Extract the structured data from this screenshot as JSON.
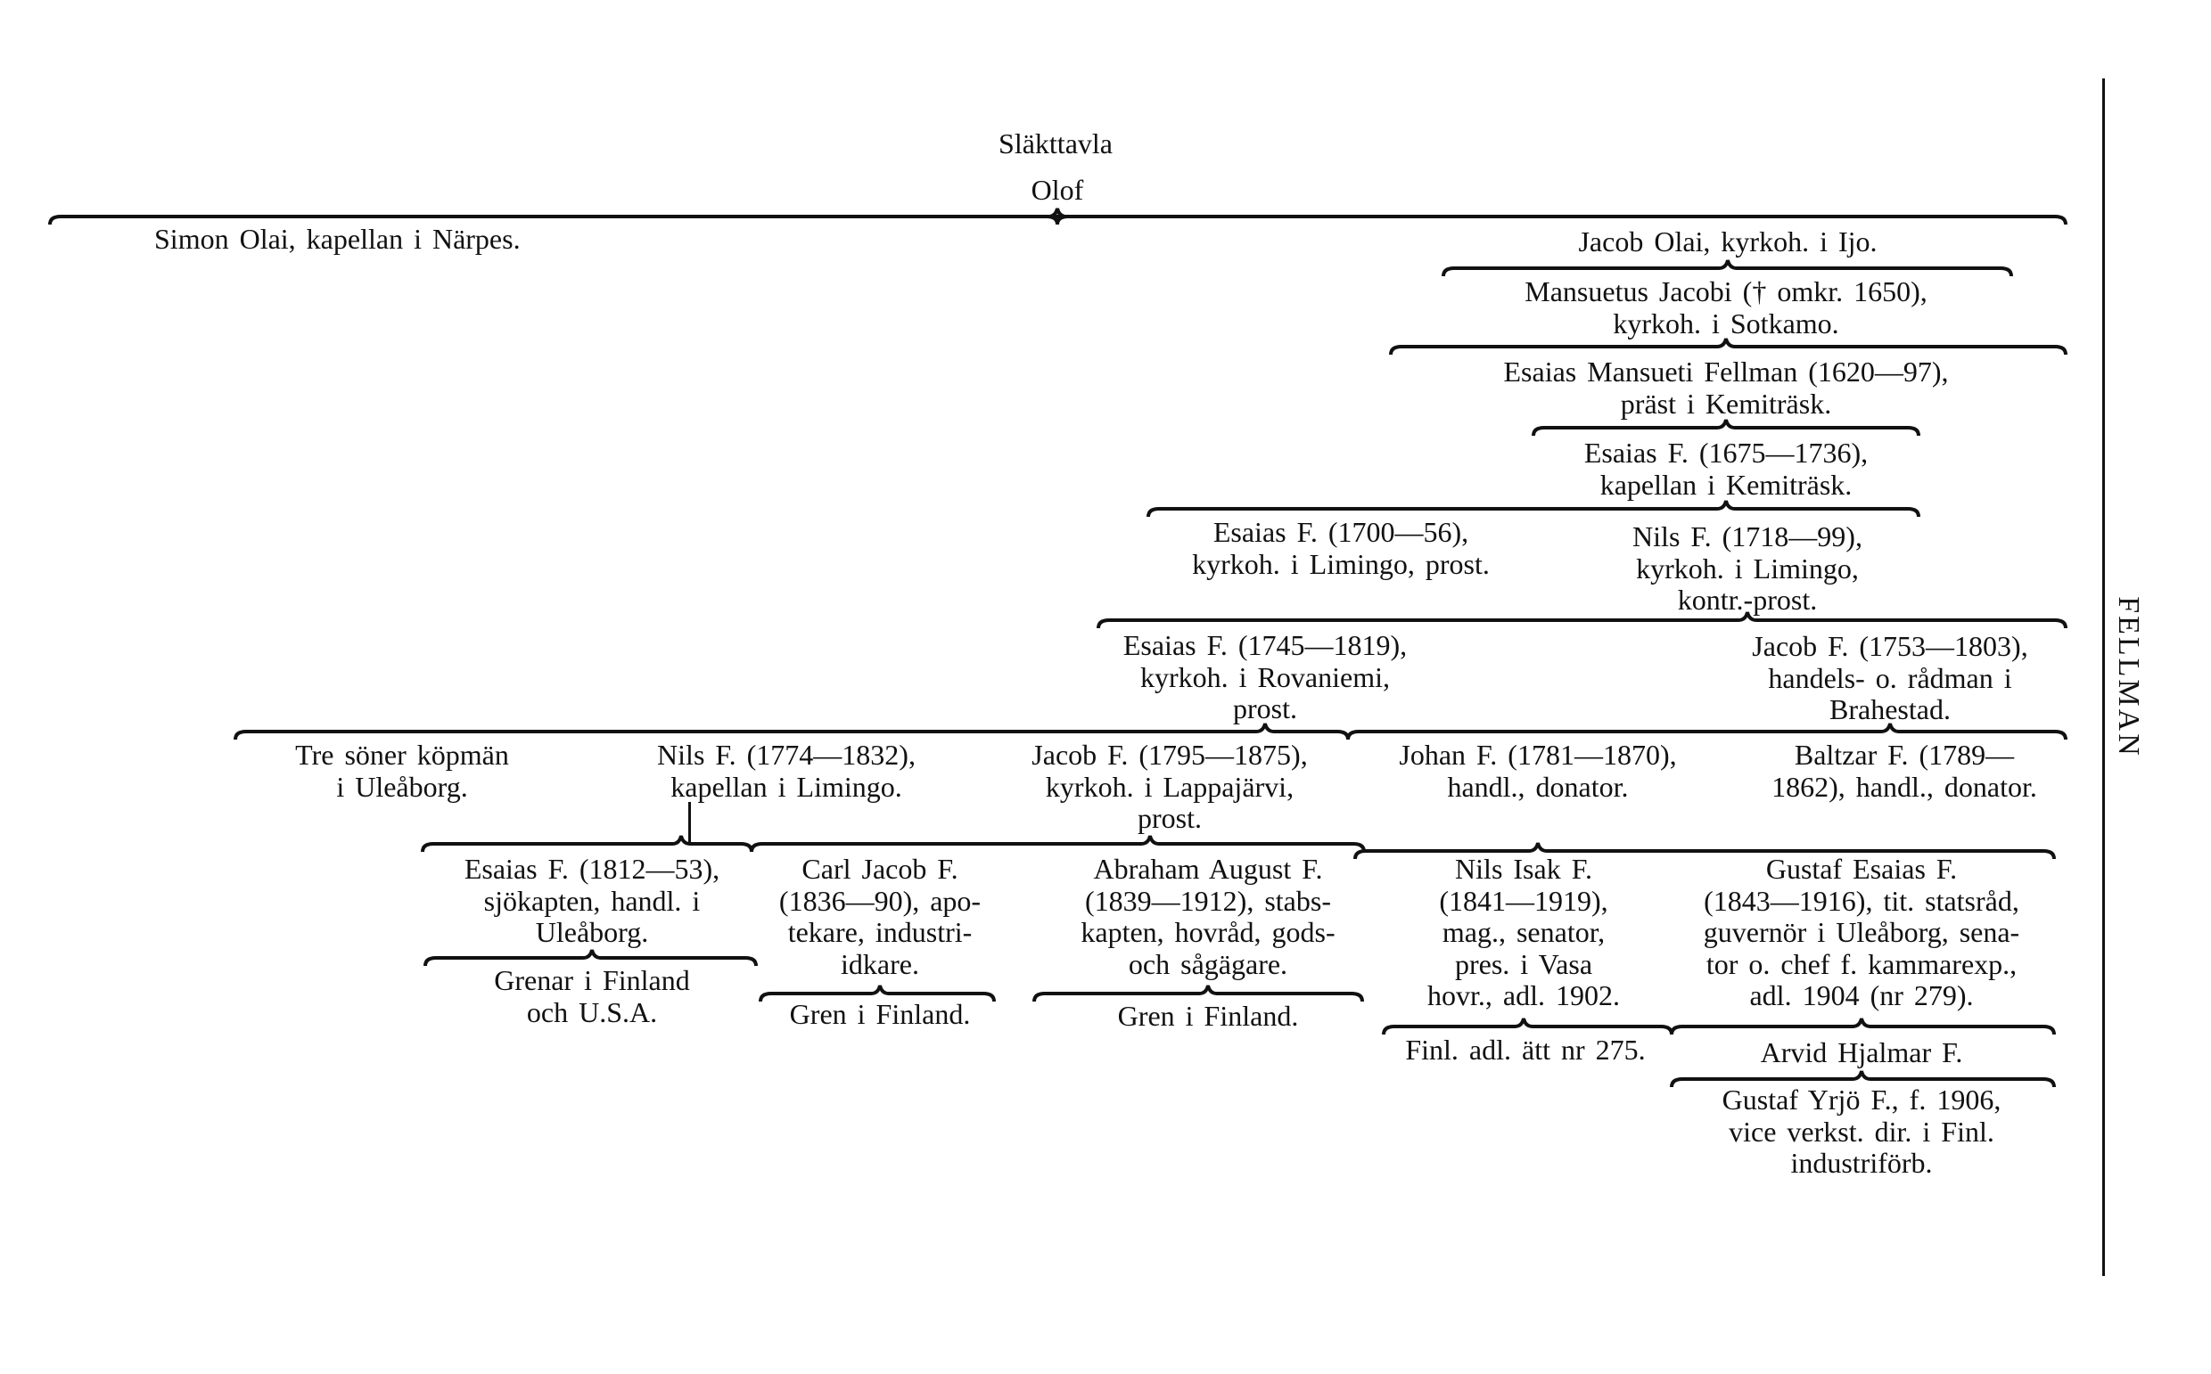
{
  "header": {
    "title": "Släkttavla",
    "root": "Olof"
  },
  "side_label": "FELLMAN",
  "people": {
    "simon": "Simon Olai, kapellan i Närpes.",
    "jacob_olai": "Jacob Olai, kyrkoh. i Ijo.",
    "mansuetus": "Mansuetus Jacobi († omkr. 1650),\nkyrkoh. i Sotkamo.",
    "esaias_mansueti": "Esaias Mansueti Fellman (1620—97),\npräst i Kemiträsk.",
    "esaias_1675": "Esaias F. (1675—1736),\nkapellan i Kemiträsk.",
    "esaias_1700": "Esaias F. (1700—56),\nkyrkoh. i Limingo, prost.",
    "nils_1718": "Nils F. (1718—99),\nkyrkoh. i Limingo,\nkontr.-prost.",
    "esaias_1745": "Esaias F. (1745—1819),\nkyrkoh. i Rovaniemi,\nprost.",
    "jacob_1753": "Jacob F. (1753—1803),\nhandels- o. rådman i\nBrahestad.",
    "tre_soner": "Tre söner köpmän\ni Uleåborg.",
    "nils_1774": "Nils F. (1774—1832),\nkapellan i Limingo.",
    "jacob_1795": "Jacob F. (1795—1875),\nkyrkoh. i Lappajärvi,\nprost.",
    "johan_1781": "Johan F. (1781—1870),\nhandl., donator.",
    "baltzar_1789": "Baltzar F. (1789—\n1862), handl., donator.",
    "esaias_1812": "Esaias F. (1812—53),\nsjökapten, handl. i\nUleåborg.",
    "carl_jacob": "Carl Jacob F.\n(1836—90), apo-\ntekare, industri-\nidkare.",
    "abraham_august": "Abraham August F.\n(1839—1912), stabs-\nkapten, hovråd, gods-\noch sågägare.",
    "nils_isak": "Nils Isak F.\n(1841—1919),\nmag., senator,\npres. i Vasa\nhovr., adl. 1902.",
    "gustaf_esaias": "Gustaf Esaias F.\n(1843—1916), tit. statsråd,\nguvernör i Uleåborg, sena-\ntor o. chef f. kammarexp.,\nadl. 1904 (nr 279).",
    "grenar": "Grenar i Finland\noch U.S.A.",
    "gren_carl": "Gren i Finland.",
    "gren_abraham": "Gren i Finland.",
    "finl_adl": "Finl. adl. ätt nr 275.",
    "arvid": "Arvid Hjalmar F.",
    "gustaf_yrjo": "Gustaf Yrjö F., f. 1906,\nvice verkst. dir. i Finl.\nindustriförb."
  }
}
